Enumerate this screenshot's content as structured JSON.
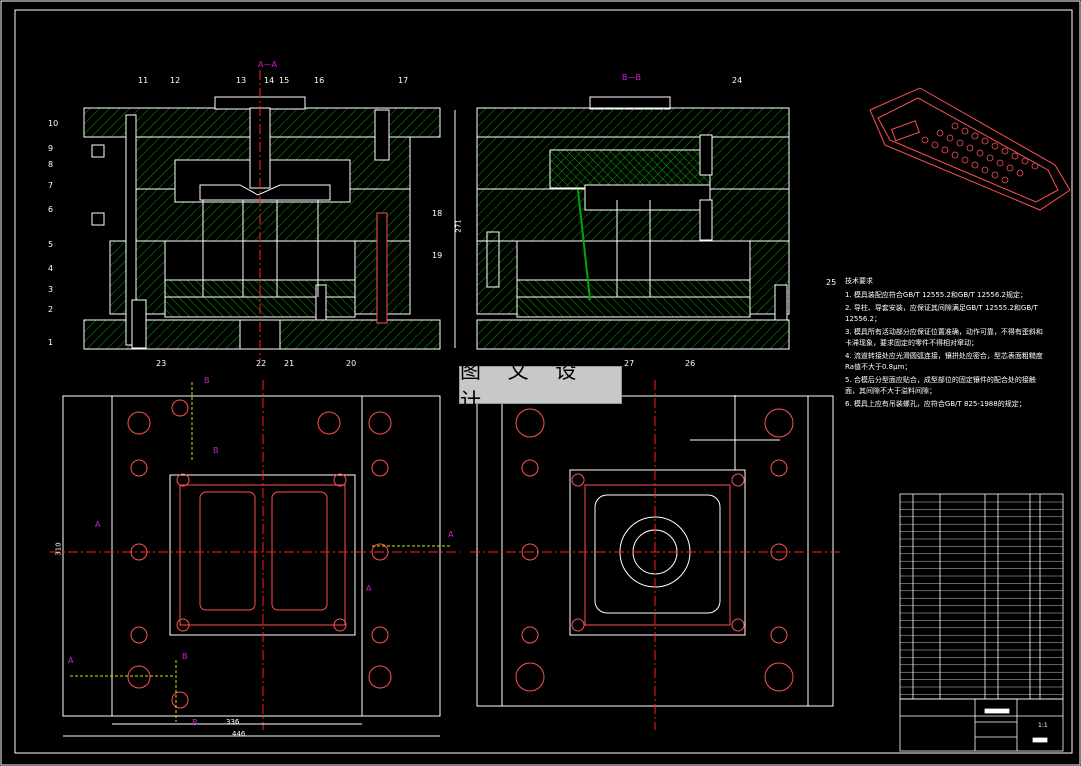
{
  "drawing": {
    "section_aa": "A—A",
    "section_bb": "B—B",
    "watermark": "图 文 设 计",
    "part_numbers_left": [
      "1",
      "2",
      "3",
      "4",
      "5",
      "6",
      "7",
      "8",
      "9",
      "10",
      "11",
      "12",
      "13",
      "14",
      "15",
      "16",
      "17",
      "18",
      "19",
      "20",
      "21",
      "22",
      "23"
    ],
    "part_numbers_right": [
      "24",
      "25",
      "26",
      "27"
    ],
    "dim_height": "271",
    "dim_width_bottom_inner": "336",
    "dim_width_bottom_outer": "446",
    "dim_side_left": "310",
    "section_markers": [
      "A",
      "A",
      "A",
      "A",
      "B",
      "B",
      "B",
      "B"
    ]
  },
  "tech_notes": {
    "heading": "技术要求",
    "lines": [
      "1. 模具装配应符合GB/T 12555.2和GB/T 12556.2规定；",
      "2. 导柱、导套安装，应保证其间隙满足GB/T 12555.2和GB/T 12556.2；",
      "3. 模具所有活动部分应保证位置准确，动作可靠，不得有歪斜和卡滞现象，要求固定的零件不得相对窜动；",
      "4. 流道转接处应光滑圆弧连接，镶拼处应密合，型芯表面粗糙度Ra值不大于0.8μm；",
      "5. 合模后分型面应贴合，成型部位的固定镶件的配合处的接触面，其间隙不大于溢料间隙；",
      "6. 模具上应有吊装螺孔，应符合GB/T 825-1988的规定；"
    ]
  },
  "title_block": {
    "material": "",
    "scale": "1:1"
  },
  "colors": {
    "background": "#000000",
    "outline": "#ffffff",
    "hatch": "#00a800",
    "center_line": "#ff2020",
    "part_view": "#ff5050",
    "section_label": "#d020d0",
    "dim_yellow": "#e0e000",
    "cyan": "#00d0d0"
  }
}
